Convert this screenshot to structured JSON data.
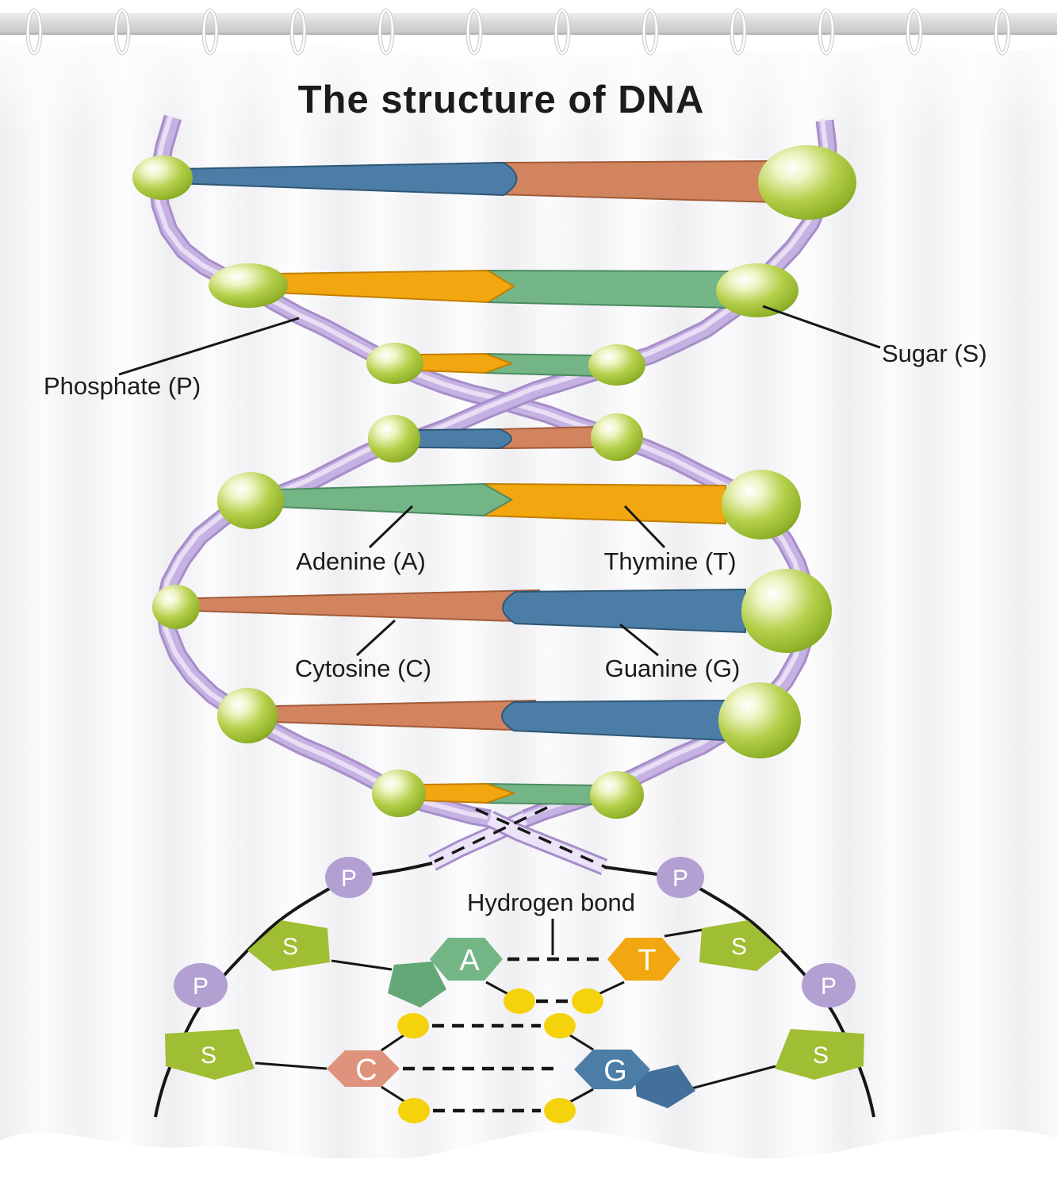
{
  "title": "The structure of DNA",
  "labels": {
    "phosphate": "Phosphate (P)",
    "sugar": "Sugar (S)",
    "adenine": "Adenine (A)",
    "thymine": "Thymine (T)",
    "cytosine": "Cytosine (C)",
    "guanine": "Guanine (G)",
    "hydrogen_bond": "Hydrogen bond"
  },
  "letters": {
    "phosphate": "P",
    "sugar": "S",
    "adenine": "A",
    "thymine": "T",
    "cytosine": "C",
    "guanine": "G"
  },
  "base_pair_rungs": [
    {
      "row": 1,
      "left": "guanine",
      "right": "cytosine"
    },
    {
      "row": 2,
      "left": "thymine",
      "right": "adenine"
    },
    {
      "row": 3,
      "left": "thymine",
      "right": "adenine"
    },
    {
      "row": 4,
      "left": "guanine",
      "right": "cytosine"
    },
    {
      "row": 5,
      "left": "adenine",
      "right": "thymine"
    },
    {
      "row": 6,
      "left": "cytosine",
      "right": "guanine"
    },
    {
      "row": 7,
      "left": "cytosine",
      "right": "guanine"
    },
    {
      "row": 8,
      "left": "thymine",
      "right": "adenine"
    }
  ],
  "hydrogen_bond_counts": {
    "adenine_thymine": 2,
    "cytosine_guanine": 3
  },
  "colors": {
    "adenine": "#74b586",
    "adenine_edge": "#4c8a61",
    "adenine_shade": "#65a878",
    "thymine": "#f2a60f",
    "thymine_edge": "#c27f00",
    "cytosine": "#d2845f",
    "cytosine_edge": "#a25b3a",
    "cytosine_shape": "#e0937c",
    "guanine": "#4b7da6",
    "guanine_edge": "#2e5777",
    "guanine_shade": "#42709a",
    "phosphate": "#b2a0d2",
    "sugar_pentagon": "#9fbe33",
    "sugar_sphere": "#a9c93c",
    "strand": "#c6b2e2",
    "strand_dark": "#a78dc9",
    "strand_light": "#ebe3f7",
    "hydrogen": "#f4d20c",
    "text": "#1c1c1c",
    "letter": "#ffffff",
    "rod": "#d6d6d8"
  }
}
